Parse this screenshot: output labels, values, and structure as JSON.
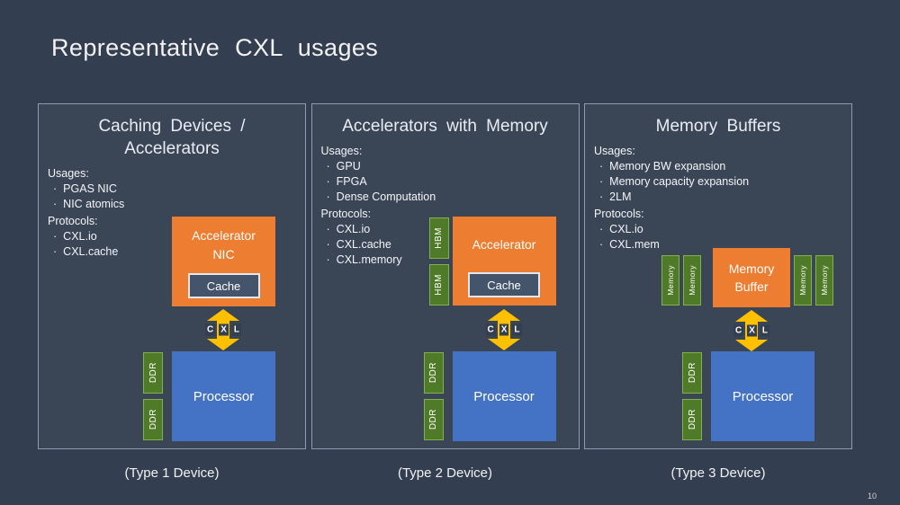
{
  "slide": {
    "title": "Representative CXL usages",
    "page_number": "10"
  },
  "colors": {
    "bg": "#333F50",
    "panel-border": "#8C9BB1",
    "orange": "#ED7D31",
    "blue": "#4472C4",
    "green": "#4F7A28",
    "green-border": "#83B14E",
    "yellow": "#FFC000",
    "cache-fill": "#44546A",
    "text": "#FFFFFF"
  },
  "labels": {
    "usages": "Usages:",
    "protocols": "Protocols:",
    "cache": "Cache",
    "processor": "Processor",
    "cxl_c": "C",
    "cxl_x": "X",
    "cxl_l": "L"
  },
  "panels": [
    {
      "title_line1": "Caching Devices /",
      "title_line2": "Accelerators",
      "usages": [
        "PGAS NIC",
        "NIC atomics"
      ],
      "protocols": [
        "CXL.io",
        "CXL.cache"
      ],
      "device_line1": "Accelerator",
      "device_line2": "NIC",
      "processor_chips": [
        "DDR",
        "DDR"
      ],
      "caption": "(Type 1 Device)"
    },
    {
      "title_line1": "Accelerators with Memory",
      "usages": [
        "GPU",
        "FPGA",
        "Dense Computation"
      ],
      "protocols": [
        "CXL.io",
        "CXL.cache",
        "CXL.memory"
      ],
      "device_line1": "Accelerator",
      "device_chips_left": [
        "HBM",
        "HBM"
      ],
      "processor_chips": [
        "DDR",
        "DDR"
      ],
      "caption": "(Type 2 Device)"
    },
    {
      "title_line1": "Memory Buffers",
      "usages": [
        "Memory BW expansion",
        "Memory capacity expansion",
        "2LM"
      ],
      "protocols": [
        "CXL.io",
        "CXL.mem"
      ],
      "device_line1": "Memory",
      "device_line2": "Buffer",
      "device_chips_left": [
        "Memory",
        "Memory"
      ],
      "device_chips_right": [
        "Memory",
        "Memory"
      ],
      "processor_chips": [
        "DDR",
        "DDR"
      ],
      "caption": "(Type 3 Device)"
    }
  ]
}
